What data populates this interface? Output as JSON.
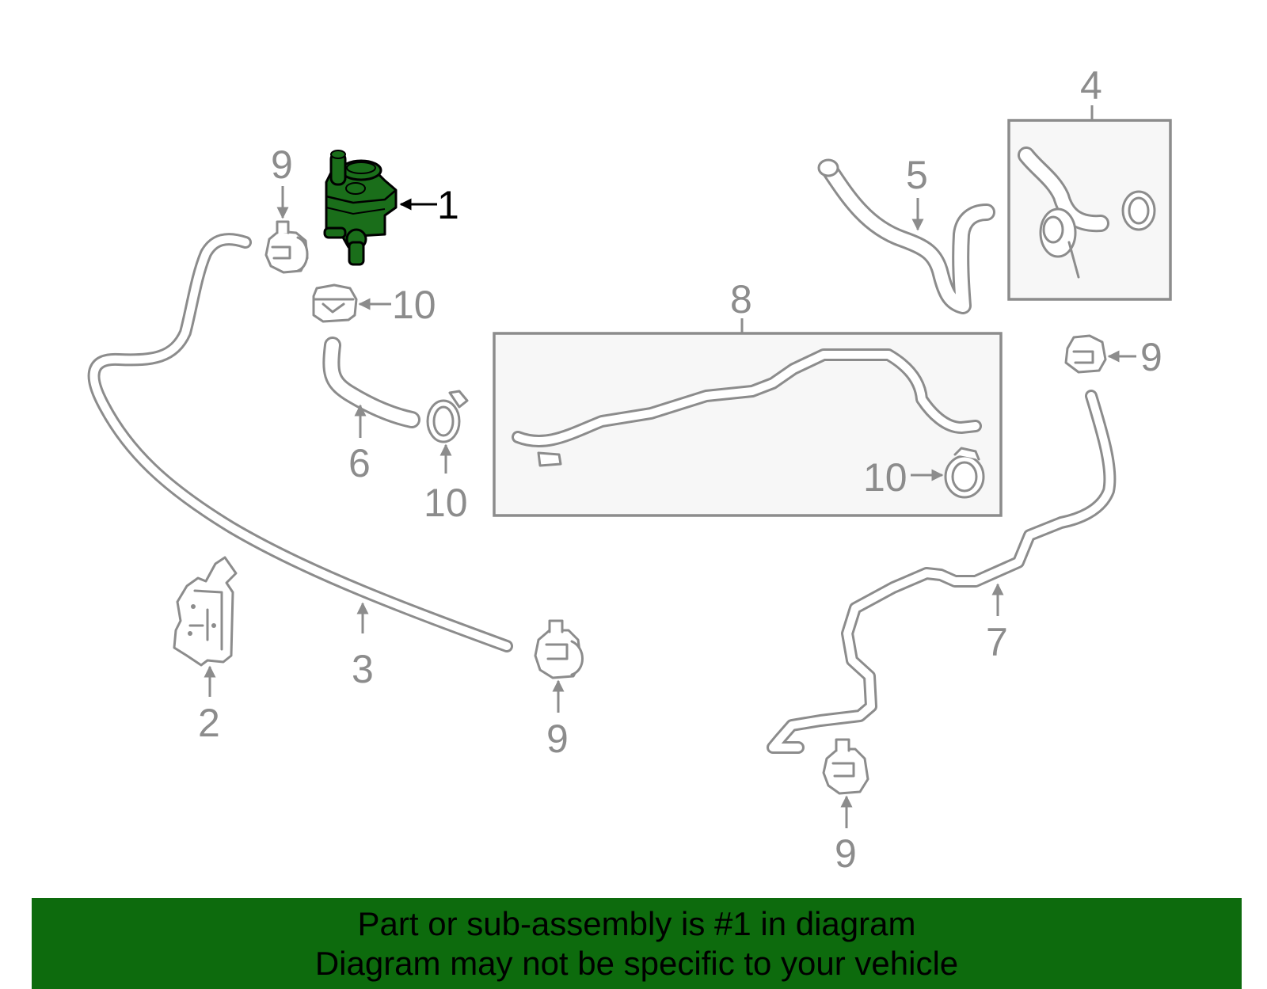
{
  "callouts": {
    "c1": "1",
    "c2": "2",
    "c3": "3",
    "c4": "4",
    "c5": "5",
    "c6": "6",
    "c7": "7",
    "c8": "8",
    "c9a": "9",
    "c9b": "9",
    "c9c": "9",
    "c9d": "9",
    "c10a": "10",
    "c10b": "10",
    "c10c": "10"
  },
  "banner": {
    "line1": "Part or sub-assembly is #1 in diagram",
    "line2": "Diagram may not be specific to your vehicle"
  },
  "colors": {
    "highlight": "#1a6e1a",
    "banner": "#0d6b0d",
    "line": "#8c8c8c"
  }
}
